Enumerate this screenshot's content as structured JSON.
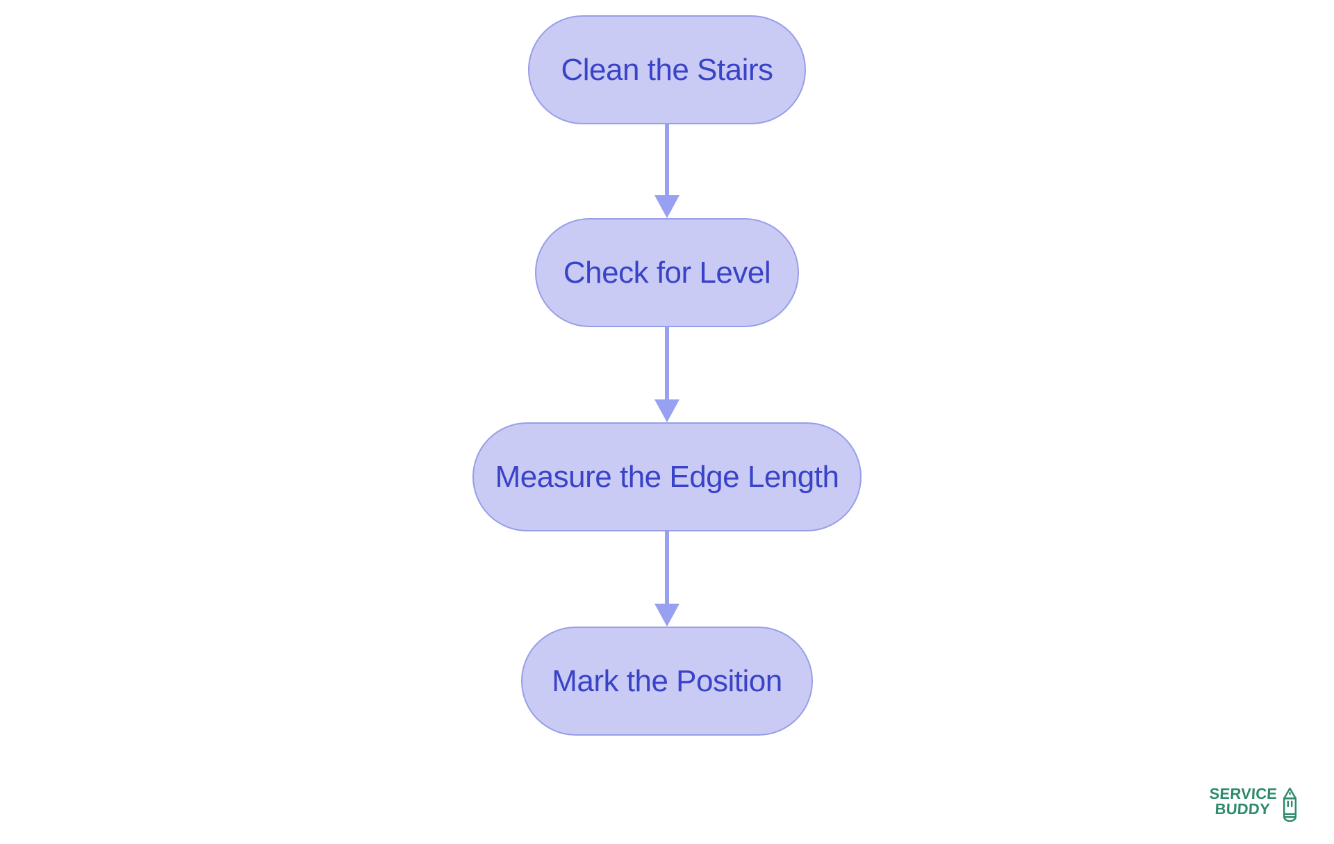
{
  "flowchart": {
    "type": "vertical-process-flow",
    "nodes": [
      {
        "id": "step-1",
        "label": "Clean the Stairs"
      },
      {
        "id": "step-2",
        "label": "Check for Level"
      },
      {
        "id": "step-3",
        "label": "Measure the Edge Length"
      },
      {
        "id": "step-4",
        "label": "Mark the Position"
      }
    ],
    "edges": [
      {
        "from": "step-1",
        "to": "step-2"
      },
      {
        "from": "step-2",
        "to": "step-3"
      },
      {
        "from": "step-3",
        "to": "step-4"
      }
    ]
  },
  "logo": {
    "line1": "SERVICE",
    "line2": "BUDDY",
    "icon": "pencil-icon"
  },
  "theme": {
    "bg": "#ffffff",
    "node_fill": "#c9cbf5",
    "node_border": "#979ee8",
    "node_text": "#3a43c7",
    "arrow": "#98a0f1",
    "logo_green": "#2e8a6c"
  }
}
